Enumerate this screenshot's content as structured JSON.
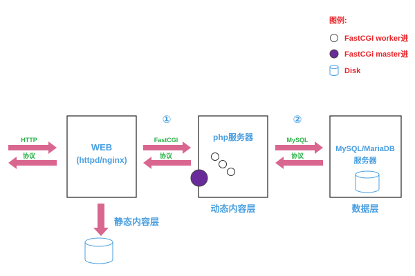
{
  "legend": {
    "title": "图例:",
    "worker": "FastCGI worker进",
    "master": "FastCGi master进",
    "disk": "Disk"
  },
  "colors": {
    "legend_text": "#e8262b",
    "arrow": "#d9668f",
    "label_blue": "#4a9fe0",
    "label_green": "#2bb24a",
    "master_fill": "#6a2b9a"
  },
  "left_arrows": {
    "top": "HTTP",
    "bottom": "协议"
  },
  "web_box": {
    "line1": "WEB",
    "line2": "(httpd/nginx)"
  },
  "fastcgi_arrows": {
    "marker": "①",
    "top": "FastCGI",
    "bottom": "协议"
  },
  "php_box": {
    "title": "php服务器"
  },
  "mysql_arrows": {
    "marker": "②",
    "top": "MySQL",
    "bottom": "协议"
  },
  "db_box": {
    "line1": "MySQL/MariaDB",
    "line2": "服务器"
  },
  "layers": {
    "static": "静态内容层",
    "dynamic": "动态内容层",
    "data": "数据层"
  }
}
